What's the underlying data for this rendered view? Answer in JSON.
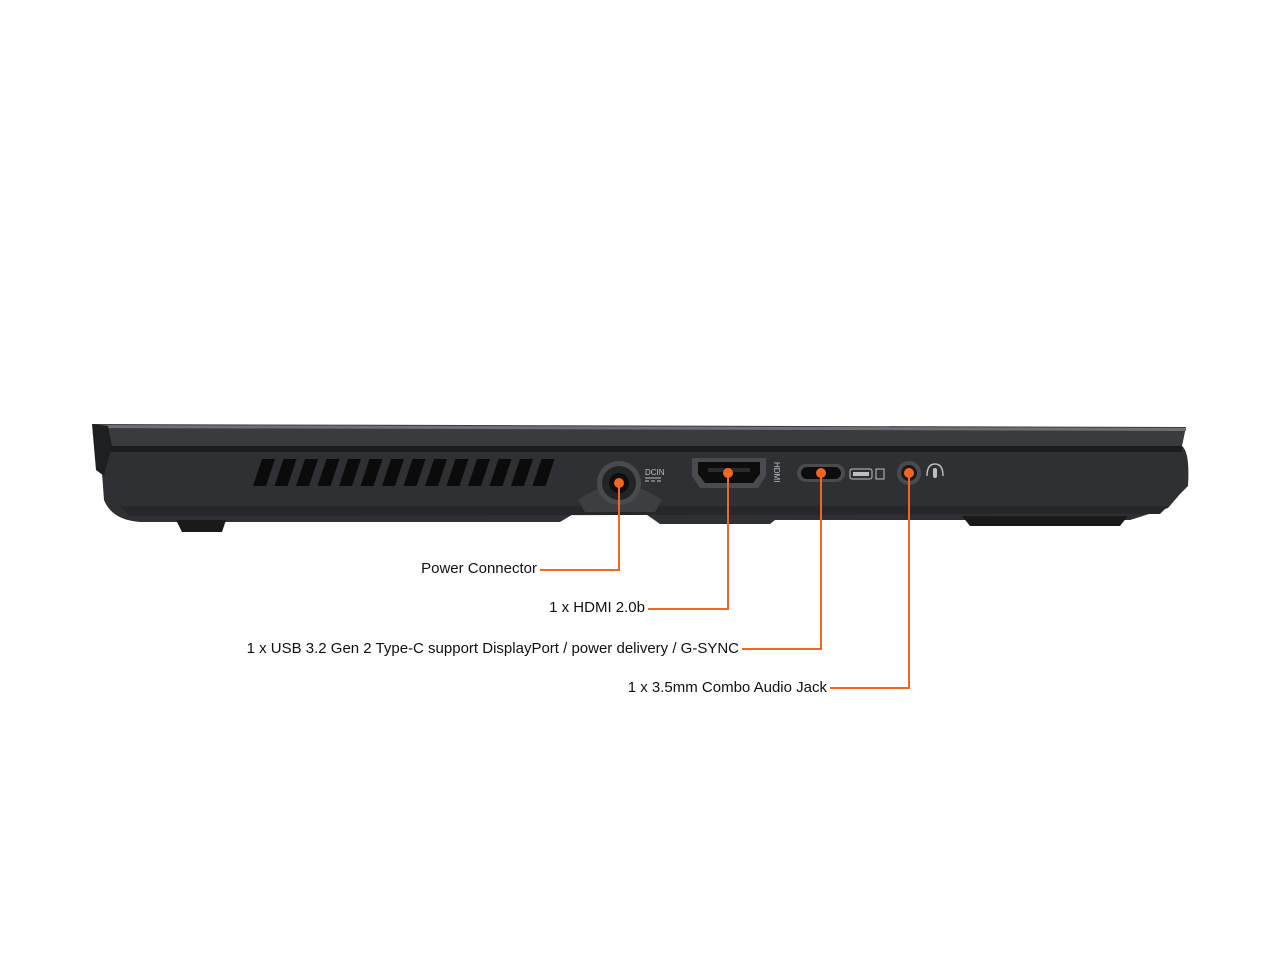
{
  "callouts": [
    {
      "id": "power",
      "label": "Power Connector"
    },
    {
      "id": "hdmi",
      "label": "1 x HDMI 2.0b"
    },
    {
      "id": "usbc",
      "label": "1 x USB 3.2 Gen 2 Type-C support DisplayPort / power delivery / G-SYNC"
    },
    {
      "id": "audio",
      "label": "1 x 3.5mm Combo Audio Jack"
    }
  ],
  "port_markings": {
    "dc_in": "DCIN",
    "hdmi": "HDMI"
  },
  "colors": {
    "accent": "#f26522",
    "chassis": "#2f3033",
    "chassis_dark": "#1c1d1f",
    "chassis_light": "#55575b",
    "vent": "#0b0b0c"
  }
}
